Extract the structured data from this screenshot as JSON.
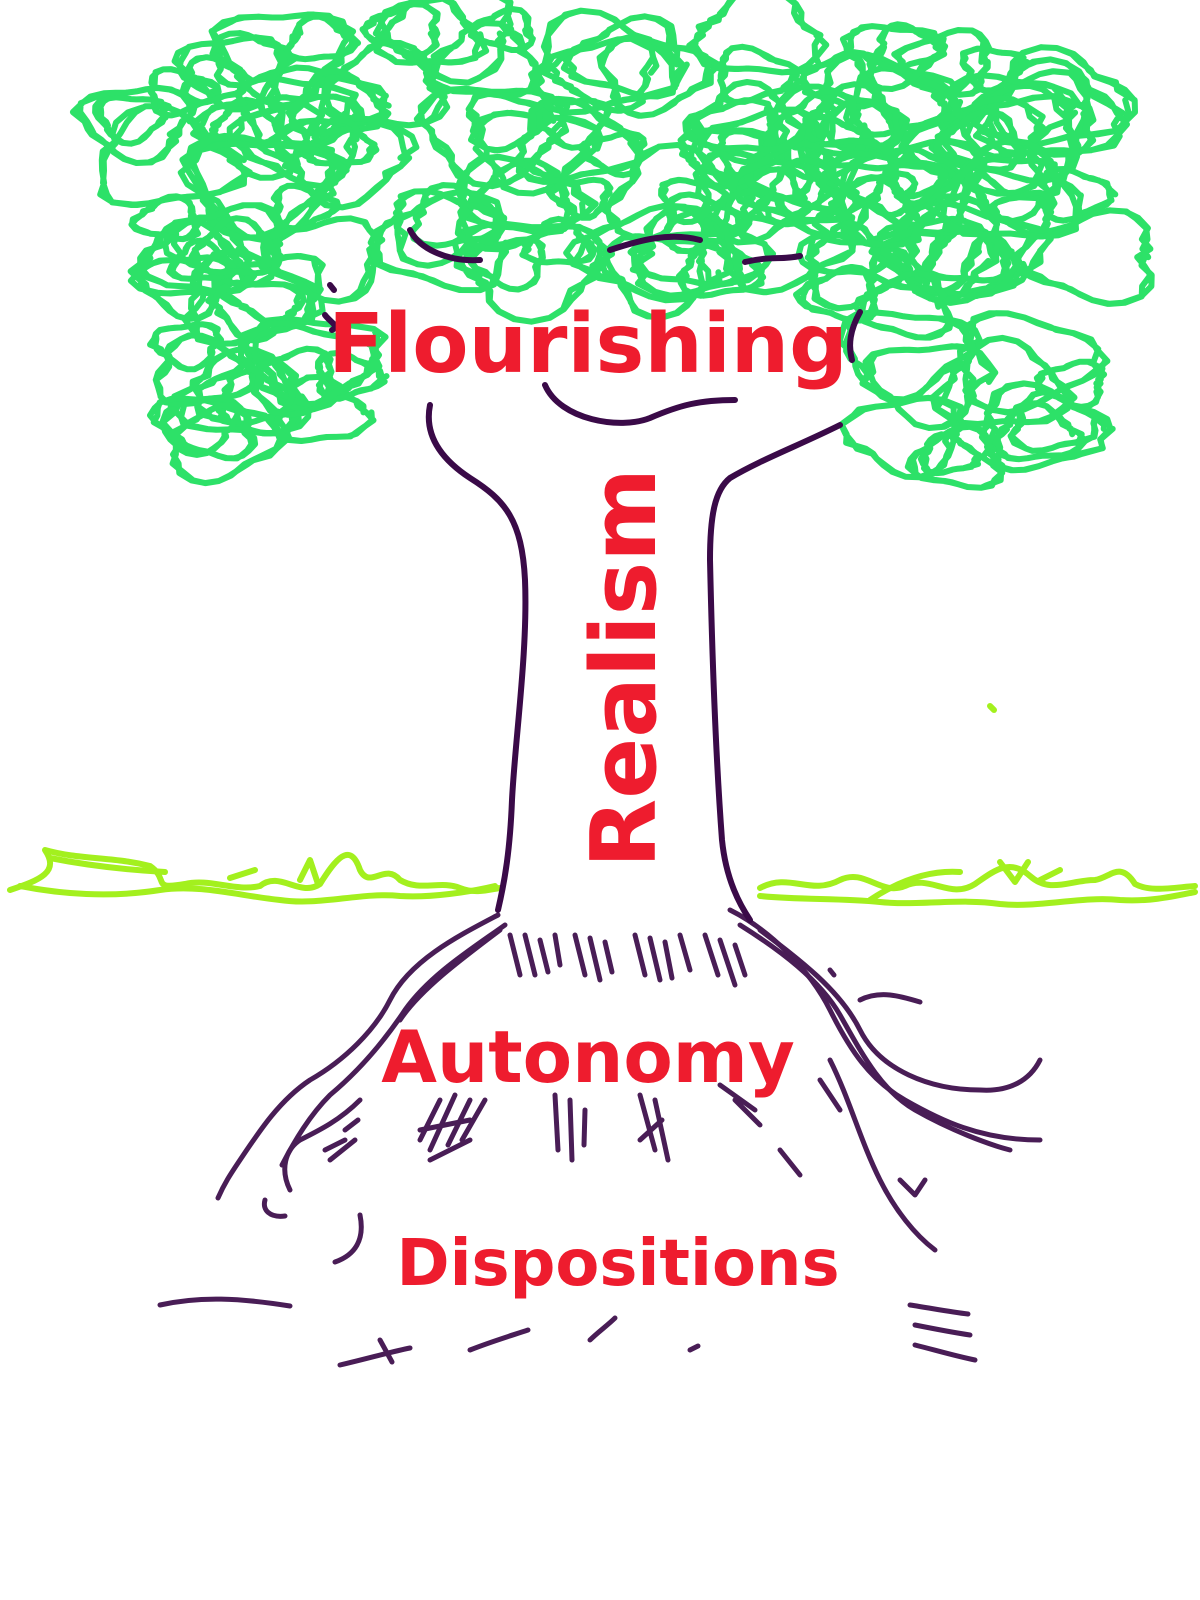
{
  "diagram": {
    "labels": {
      "canopy": "Flourishing",
      "trunk": "Realism",
      "upper_roots": "Autonomy",
      "lower_roots": "Dispositions"
    },
    "colors": {
      "label_text": "#ee1c2e",
      "canopy": "#22e060",
      "ground": "#a3f01e",
      "trunk_and_roots": "#3a0a48",
      "background": "#ffffff"
    },
    "icons": [
      "tree-icon"
    ]
  }
}
